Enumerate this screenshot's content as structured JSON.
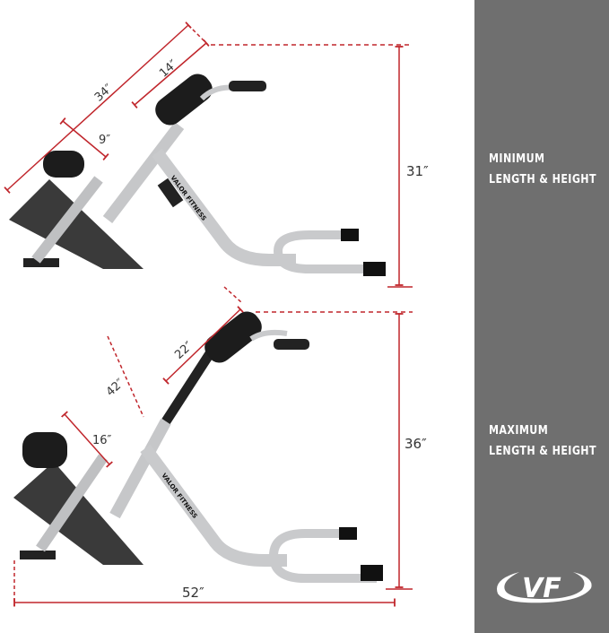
{
  "top_config": {
    "caption_line1": "MINIMUM",
    "caption_line2": "LENGTH & HEIGHT",
    "dimensions": {
      "length": "34″",
      "pad_length": "14″",
      "leg_pad_gap": "9″",
      "height": "31″"
    }
  },
  "bottom_config": {
    "caption_line1": "MAXIMUM",
    "caption_line2": "LENGTH & HEIGHT",
    "dimensions": {
      "pad_length": "22″",
      "diagonal": "42″",
      "leg_pad_gap": "16″",
      "height": "36″",
      "floor_length": "52″"
    }
  },
  "brand": {
    "logo_text": "VF",
    "frame_label": "VALOR FITNESS"
  },
  "colors": {
    "dimension_line": "#c0262c",
    "panel": "#6f6f6f",
    "frame": "#c9cacc",
    "pad": "#1c1c1c"
  }
}
